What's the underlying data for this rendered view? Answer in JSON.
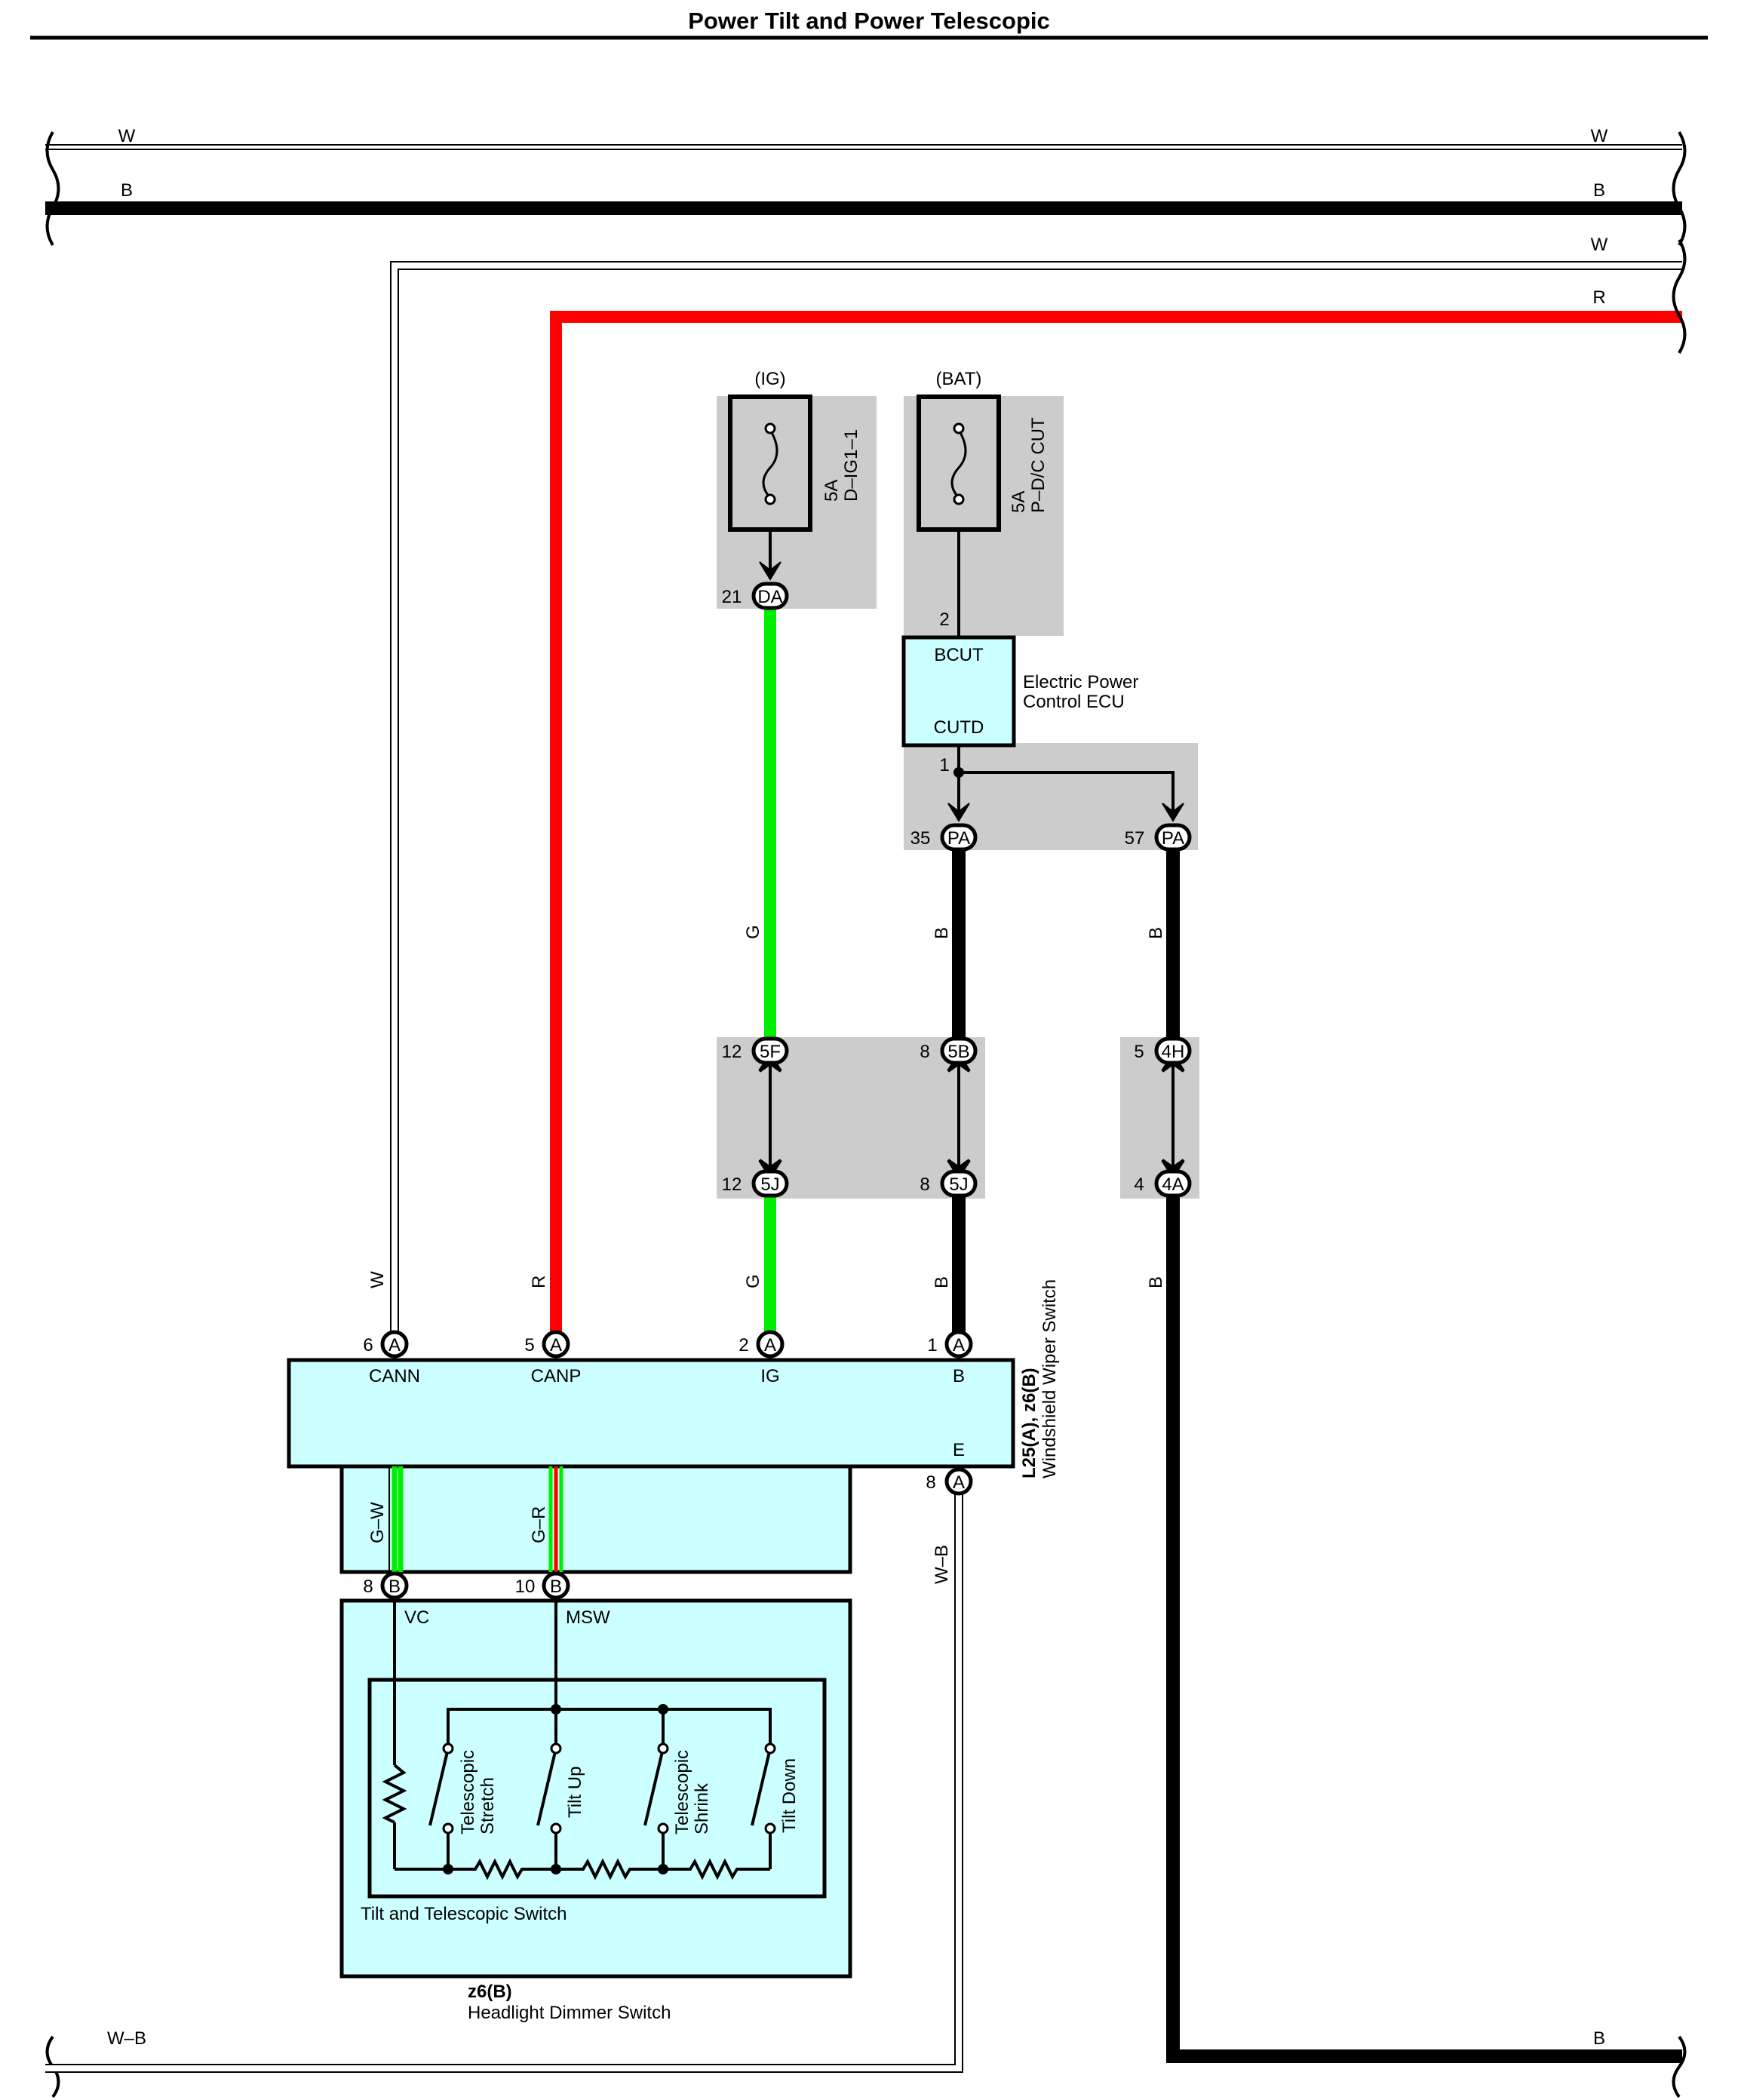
{
  "title": "Power Tilt and Power Telescopic",
  "colors": {
    "white_wire": "#ffffff",
    "black_wire": "#000000",
    "red_wire": "#ff0000",
    "green_wire": "#00ee00",
    "box_fill": "#ccffff",
    "shade": "#cccccc"
  },
  "bus": {
    "w_top": "W",
    "b_top": "B",
    "w_ecu": "W",
    "r_ecu": "R",
    "w_b_bottom": "W–B",
    "b_bottom": "B"
  },
  "fuses": {
    "ig": {
      "supply": "(IG)",
      "rating": "5A",
      "name": "D–IG1–1",
      "connector": "DA",
      "pin": "21"
    },
    "bat": {
      "supply": "(BAT)",
      "rating": "5A",
      "name": "P–D/C CUT",
      "pin": "2"
    }
  },
  "ecu": {
    "name_line1": "Electric Power",
    "name_line2": "Control ECU",
    "terminal_top": "BCUT",
    "terminal_bottom": "CUTD",
    "pin_out": "1"
  },
  "connectors": {
    "pa35": {
      "pin": "35",
      "code": "PA"
    },
    "pa57": {
      "pin": "57",
      "code": "PA"
    },
    "c5f": {
      "pin": "12",
      "code": "5F"
    },
    "c5j_g": {
      "pin": "12",
      "code": "5J"
    },
    "c5b": {
      "pin": "8",
      "code": "5B"
    },
    "c5j_b": {
      "pin": "8",
      "code": "5J"
    },
    "c4h": {
      "pin": "5",
      "code": "4H"
    },
    "c4a": {
      "pin": "4",
      "code": "4A"
    }
  },
  "wire_colors": {
    "g": "G",
    "b": "B",
    "w": "W",
    "r": "R",
    "g_w": "G–W",
    "g_r": "G–R",
    "w_b": "W–B"
  },
  "wiper_switch": {
    "code": "L25(A), z6(B)",
    "name": "Windshield Wiper Switch",
    "terminals": [
      {
        "pin": "6",
        "conn": "A",
        "name": "CANN"
      },
      {
        "pin": "5",
        "conn": "A",
        "name": "CANP"
      },
      {
        "pin": "2",
        "conn": "A",
        "name": "IG"
      },
      {
        "pin": "1",
        "conn": "A",
        "name": "B"
      }
    ],
    "ground": {
      "pin": "8",
      "conn": "A",
      "name": "E"
    }
  },
  "dimmer_switch": {
    "code": "z6(B)",
    "name": "Headlight Dimmer Switch",
    "terminals": [
      {
        "pin": "8",
        "conn": "B",
        "name": "VC"
      },
      {
        "pin": "10",
        "conn": "B",
        "name": "MSW"
      }
    ],
    "inner_name": "Tilt and Telescopic Switch",
    "switches": [
      {
        "line1": "Telescopic",
        "line2": "Stretch"
      },
      {
        "line1": "Tilt Up",
        "line2": ""
      },
      {
        "line1": "Telescopic",
        "line2": "Shrink"
      },
      {
        "line1": "Tilt Down",
        "line2": ""
      }
    ]
  }
}
